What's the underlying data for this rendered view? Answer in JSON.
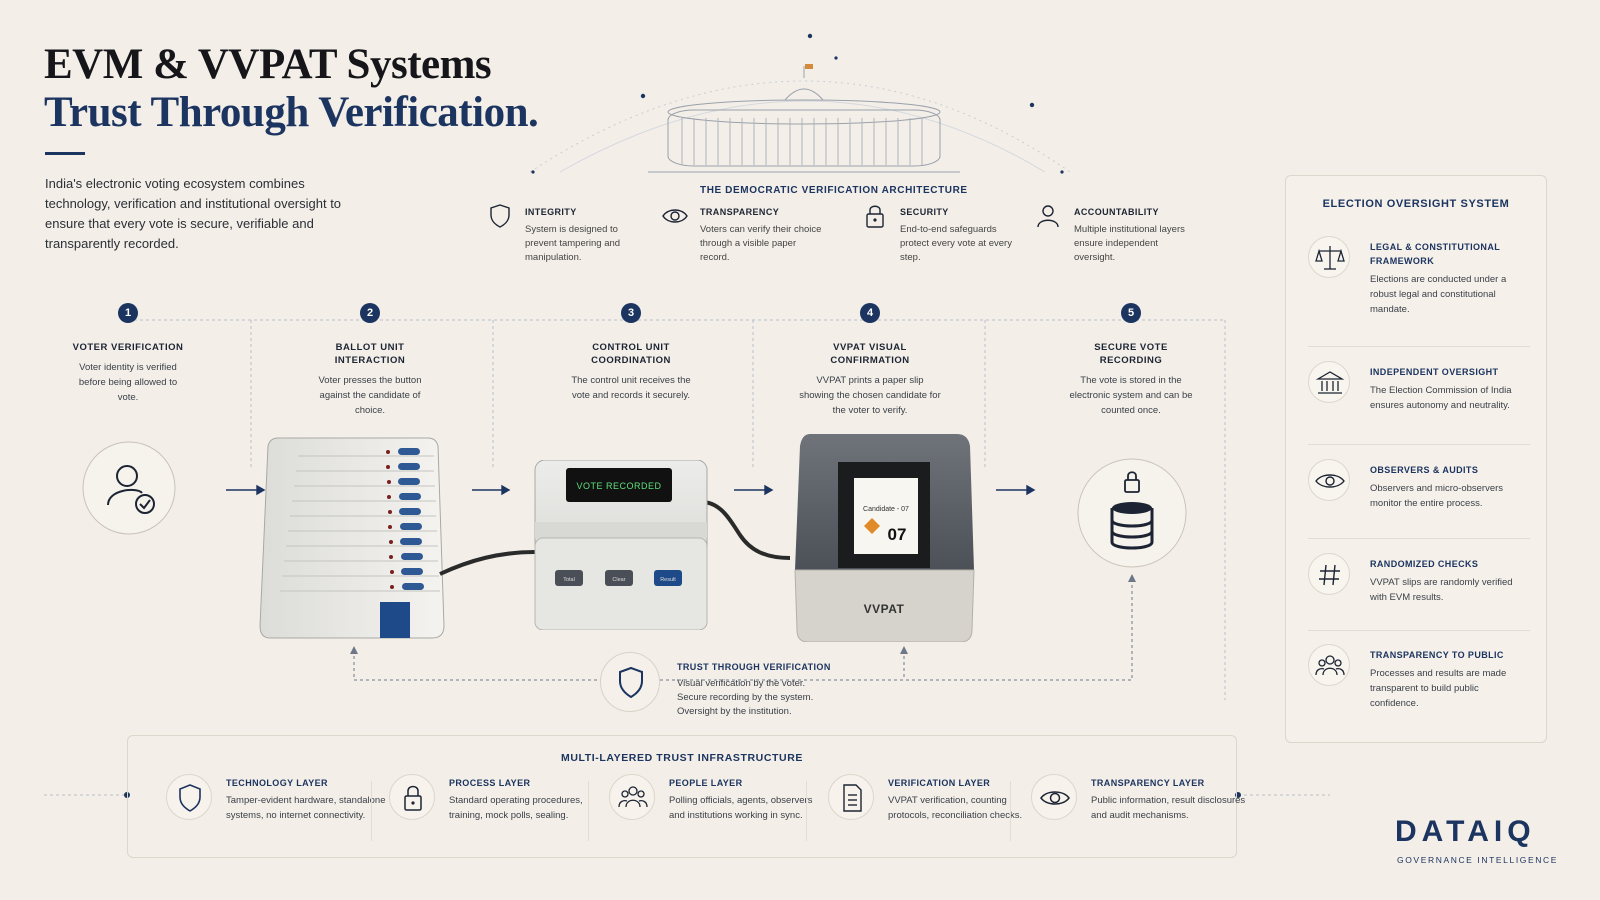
{
  "header": {
    "title_line1": "EVM & VVPAT Systems",
    "title_line2": "Trust Through Verification.",
    "intro": "India's electronic voting ecosystem combines technology, verification and institutional oversight to ensure that every vote is secure, verifiable and transparently recorded."
  },
  "architecture": {
    "title": "THE DEMOCRATIC VERIFICATION ARCHITECTURE",
    "pillars": [
      {
        "label": "INTEGRITY",
        "text": "System is designed to prevent tampering and manipulation.",
        "icon": "shield-icon"
      },
      {
        "label": "TRANSPARENCY",
        "text": "Voters can verify their choice through a visible paper record.",
        "icon": "eye-icon"
      },
      {
        "label": "SECURITY",
        "text": "End-to-end safeguards protect every vote at every step.",
        "icon": "lock-icon"
      },
      {
        "label": "ACCOUNTABILITY",
        "text": "Multiple institutional layers ensure independent oversight.",
        "icon": "person-icon"
      }
    ]
  },
  "steps": [
    {
      "num": "1",
      "label": "VOTER VERIFICATION",
      "text": "Voter identity is verified before being allowed to vote."
    },
    {
      "num": "2",
      "label": "BALLOT UNIT INTERACTION",
      "text": "Voter presses the button against the candidate of choice."
    },
    {
      "num": "3",
      "label": "CONTROL UNIT COORDINATION",
      "text": "The control unit receives the vote and records it securely."
    },
    {
      "num": "4",
      "label": "VVPAT VISUAL CONFIRMATION",
      "text": "VVPAT prints a paper slip showing the chosen candidate for the voter to verify."
    },
    {
      "num": "5",
      "label": "SECURE VOTE RECORDING",
      "text": "The vote is stored in the electronic system and can be counted once."
    }
  ],
  "devices": {
    "control_screen": "VOTE RECORDED",
    "control_buttons": [
      "Total",
      "Clear",
      "Result"
    ],
    "vvpat_label": "VVPAT",
    "slip_candidate": "Candidate - 07",
    "slip_number": "07"
  },
  "trust": {
    "title": "TRUST THROUGH VERIFICATION",
    "lines": [
      "Visual verification by the voter.",
      "Secure recording by the system.",
      "Oversight by the institution."
    ]
  },
  "oversight": {
    "title": "ELECTION OVERSIGHT SYSTEM",
    "items": [
      {
        "label": "LEGAL & CONSTITUTIONAL FRAMEWORK",
        "text": "Elections are conducted under a robust legal and constitutional mandate.",
        "icon": "scales-icon"
      },
      {
        "label": "INDEPENDENT OVERSIGHT",
        "text": "The Election Commission of India ensures autonomy and neutrality.",
        "icon": "institution-icon"
      },
      {
        "label": "OBSERVERS & AUDITS",
        "text": "Observers and micro-observers monitor the entire process.",
        "icon": "eye-icon"
      },
      {
        "label": "RANDOMIZED CHECKS",
        "text": "VVPAT slips are randomly verified with EVM results.",
        "icon": "hash-icon"
      },
      {
        "label": "TRANSPARENCY TO PUBLIC",
        "text": "Processes and results are made transparent to build public confidence.",
        "icon": "people-icon"
      }
    ]
  },
  "infrastructure": {
    "title": "MULTI-LAYERED TRUST INFRASTRUCTURE",
    "layers": [
      {
        "label": "TECHNOLOGY LAYER",
        "text": "Tamper-evident hardware, standalone systems, no internet connectivity.",
        "icon": "shield-icon"
      },
      {
        "label": "PROCESS LAYER",
        "text": "Standard operating procedures, training, mock polls, sealing.",
        "icon": "lock-icon"
      },
      {
        "label": "PEOPLE LAYER",
        "text": "Polling officials, agents, observers and institutions working in sync.",
        "icon": "people-icon"
      },
      {
        "label": "VERIFICATION LAYER",
        "text": "VVPAT verification, counting protocols, reconciliation checks.",
        "icon": "document-icon"
      },
      {
        "label": "TRANSPARENCY LAYER",
        "text": "Public information, result disclosures and audit mechanisms.",
        "icon": "eye-icon"
      }
    ]
  },
  "logo": {
    "name": "DATAIQ",
    "tagline": "GOVERNANCE INTELLIGENCE"
  },
  "colors": {
    "background": "#f3efe8",
    "navy": "#1c3460",
    "ink": "#15151a"
  }
}
